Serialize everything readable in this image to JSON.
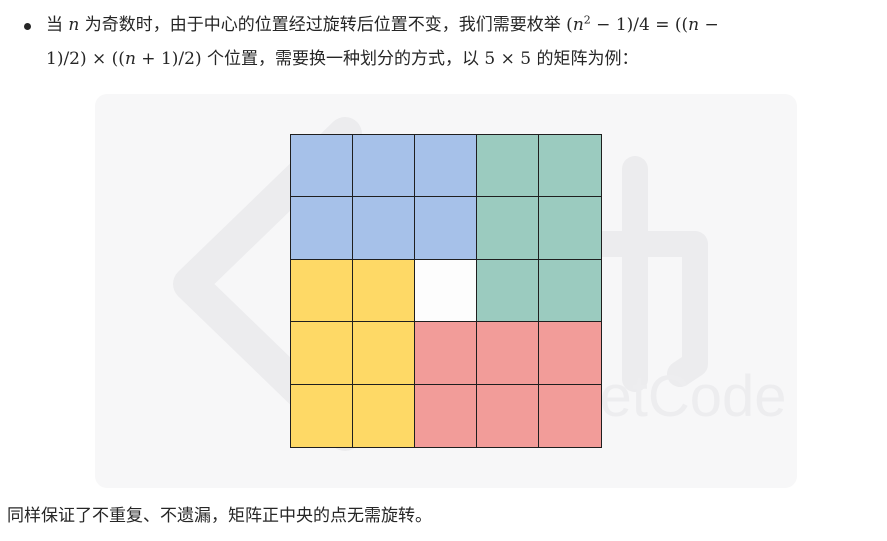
{
  "intro": {
    "lead": "当 ",
    "n_var": "n",
    "after_n": " 为奇数时，由于中心的位置经过旋转后位置不变，我们需要枚举 ",
    "formula_part1": "(",
    "formula_n2": "n",
    "formula_sup": "2",
    "formula_part2": " − 1)/4 = ((",
    "formula_n3": "n",
    "formula_part3": " −",
    "formula_part4": "1)/2) × ((",
    "formula_n4": "n",
    "formula_part5": " + 1)/2)",
    "after_formula": " 个位置，需要换一种划分的方式，以 ",
    "size_expr": "5 × 5",
    "tail": " 的矩阵为例："
  },
  "figure": {
    "watermark_text": "LeetCode",
    "colors": {
      "blue": "#a6c1e9",
      "green": "#9bcbbf",
      "yellow": "#fed966",
      "red": "#f29c99",
      "center": "#fdfdfd",
      "card": "#f7f7f8"
    },
    "grid": [
      [
        "blue",
        "blue",
        "blue",
        "green",
        "green"
      ],
      [
        "blue",
        "blue",
        "blue",
        "green",
        "green"
      ],
      [
        "yellow",
        "yellow",
        "center",
        "green",
        "green"
      ],
      [
        "yellow",
        "yellow",
        "red",
        "red",
        "red"
      ],
      [
        "yellow",
        "yellow",
        "red",
        "red",
        "red"
      ]
    ]
  },
  "footer": {
    "text": "同样保证了不重复、不遗漏，矩阵正中央的点无需旋转。"
  }
}
